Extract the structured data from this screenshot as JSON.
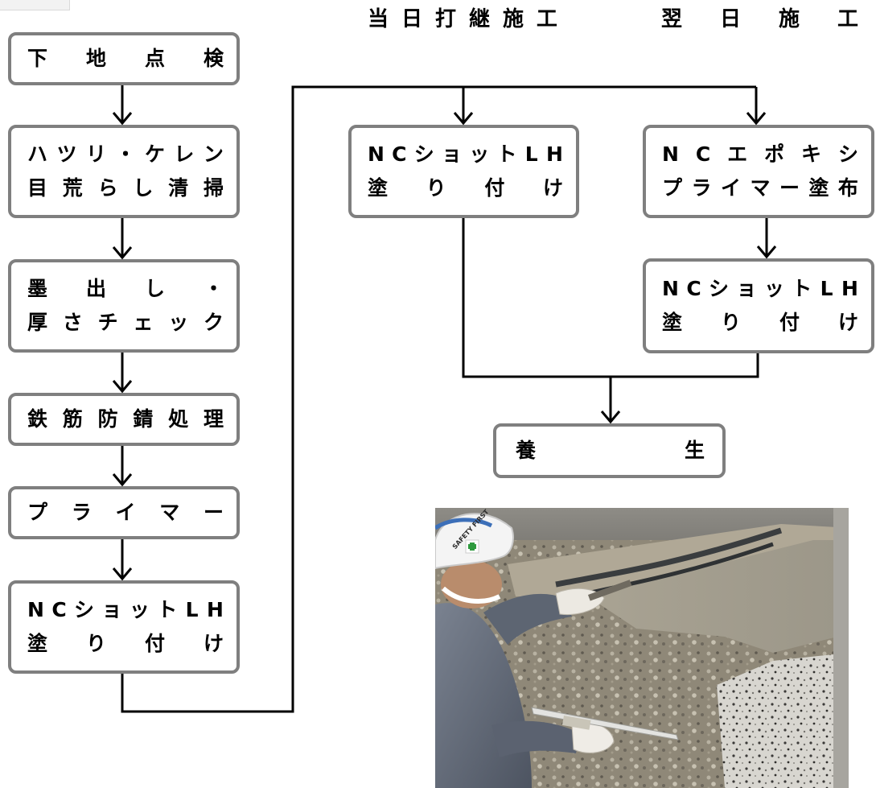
{
  "headers": {
    "same_day": "当日打継施工",
    "next_day": "翌日施工"
  },
  "left_flow": {
    "steps": [
      {
        "lines": [
          "下地点検"
        ]
      },
      {
        "lines": [
          "ハツリ・ケレン",
          "目荒らし清掃"
        ]
      },
      {
        "lines": [
          "墨出し・",
          "厚さチェック"
        ]
      },
      {
        "lines": [
          "鉄筋防錆処理"
        ]
      },
      {
        "lines": [
          "プライマー"
        ]
      },
      {
        "lines": [
          "NCショットLH",
          "塗り付け"
        ]
      }
    ]
  },
  "same_day_flow": {
    "step": {
      "lines": [
        "NCショットLH",
        "塗り付け"
      ]
    }
  },
  "next_day_flow": {
    "steps": [
      {
        "lines": [
          "NCエポキシ",
          "プライマー塗布"
        ]
      },
      {
        "lines": [
          "NCショットLH",
          "塗り付け"
        ]
      }
    ]
  },
  "final_step": {
    "lines": [
      "養生"
    ]
  },
  "photo": {
    "helmet_text": "SAFETY FIRST"
  },
  "colors": {
    "box_border": "#7f7f7f",
    "text": "#000000",
    "connector": "#000000"
  }
}
